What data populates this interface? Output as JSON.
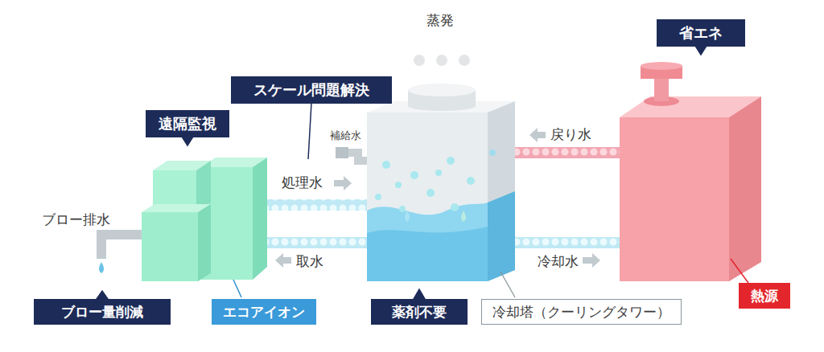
{
  "diagram": {
    "nodes": [
      {
        "text": [
          "省エネ"
        ]
      },
      {
        "text": [
          "スケール問題解決"
        ]
      },
      {
        "text": [
          "遠隔監視"
        ]
      },
      {
        "text": [
          "熱源"
        ]
      },
      {
        "text": [
          "ブロー量削減"
        ]
      },
      {
        "text": [
          "エコアイオン"
        ]
      },
      {
        "text": [
          "薬剤不要"
        ]
      },
      {
        "text": [
          "冷却塔（クーリングタワー）"
        ]
      }
    ],
    "labels": [
      "蒸発",
      "補給水",
      "処理水",
      "戻り水",
      "ブロー排水",
      "取水",
      "冷却水"
    ]
  }
}
